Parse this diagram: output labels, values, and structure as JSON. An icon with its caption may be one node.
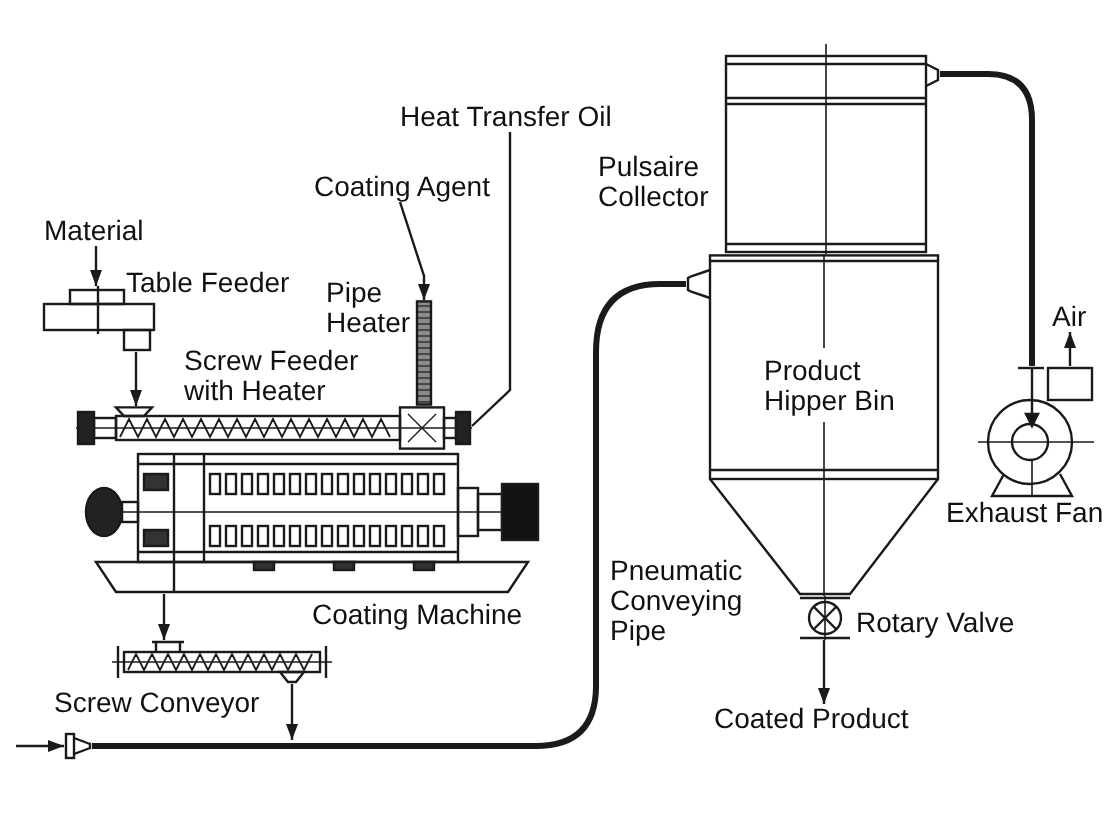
{
  "diagram": {
    "nodes": [
      {
        "text": [
          "Material"
        ]
      },
      {
        "text": [],
        "shape": "picture",
        "beside": [
          "Table Feeder"
        ]
      },
      {
        "text": [],
        "shape": "picture",
        "beside": [
          "Screw Feeder with Heater"
        ]
      },
      {
        "text": [
          "Coating Agent"
        ]
      },
      {
        "text": [],
        "shape": "picture",
        "beside": [
          "Pipe Heater"
        ]
      },
      {
        "text": [
          "Heat Transfer Oil"
        ]
      },
      {
        "text": [],
        "shape": "picture",
        "beside": [
          "Coating Machine"
        ]
      },
      {
        "text": [],
        "shape": "picture",
        "beside": [
          "Screw Conveyor"
        ]
      },
      {
        "text": [],
        "shape": "picture"
      },
      {
        "text": [],
        "shape": "picture",
        "beside": [
          "Pulsaire Collector"
        ]
      },
      {
        "text": [
          "Product Hipper Bin"
        ]
      },
      {
        "text": [],
        "shape": "picture",
        "beside": [
          "Exhaust Fan"
        ]
      },
      {
        "text": [
          "Air"
        ]
      },
      {
        "text": [],
        "shape": "picture",
        "beside": [
          "Rotary Valve"
        ]
      },
      {
        "text": [
          "Coated Product"
        ]
      }
    ],
    "edges": [
      {
        "from": 0,
        "to": 1,
        "arrow": "to"
      },
      {
        "from": 1,
        "to": 2,
        "arrow": "to"
      },
      {
        "from": 3,
        "to": 4,
        "arrow": "to"
      },
      {
        "from": 5,
        "to": 2,
        "arrow": "none"
      },
      {
        "from": 6,
        "to": 7,
        "arrow": "to"
      },
      {
        "from": 7,
        "to": null,
        "arrow": "to"
      },
      {
        "from": null,
        "to": 8,
        "arrow": "to"
      },
      {
        "from": 8,
        "to": 10,
        "arrow": "none",
        "label": "Pneumatic Conveying Pipe",
        "style": "thick"
      },
      {
        "from": 9,
        "to": 11,
        "arrow": "none",
        "style": "thick"
      },
      {
        "from": 11,
        "to": 12,
        "arrow": "to"
      },
      {
        "from": 13,
        "to": 14,
        "arrow": "to"
      }
    ]
  }
}
